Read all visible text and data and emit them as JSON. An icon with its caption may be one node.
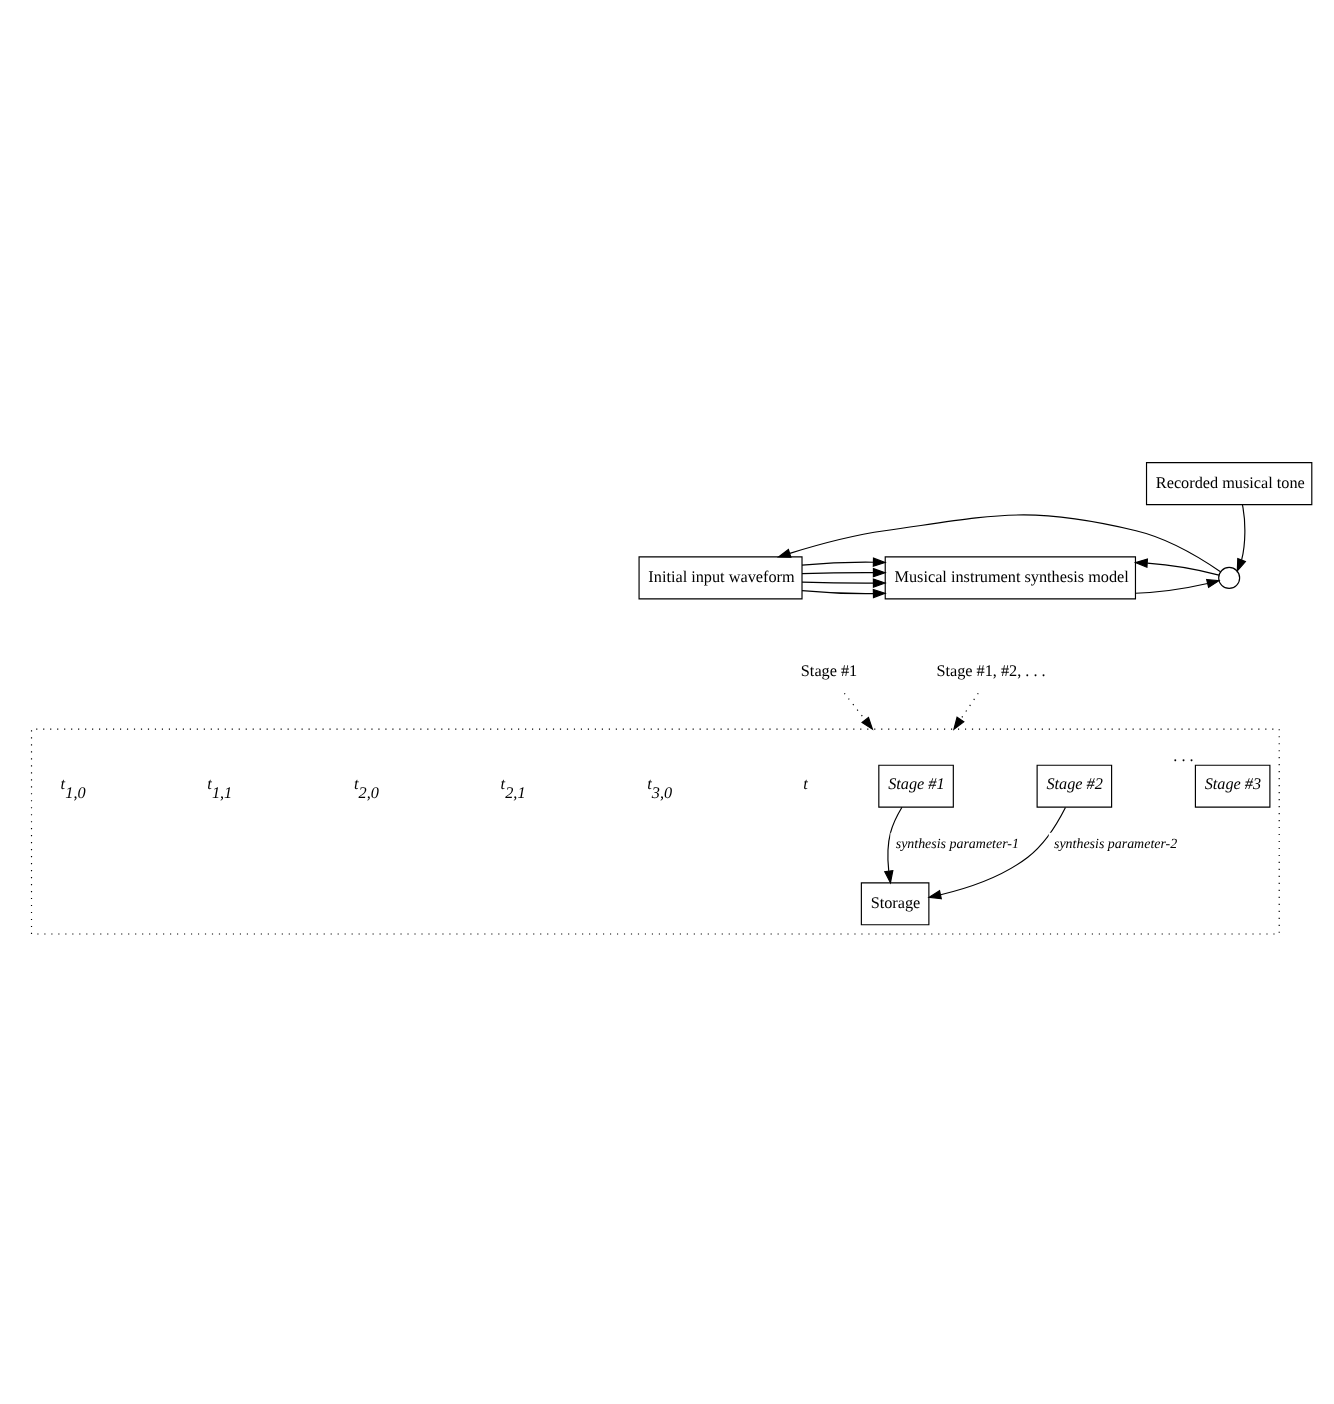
{
  "diagram": {
    "nodes": [
      {
        "text": [
          "Recorded musical tone"
        ]
      },
      {
        "text": [
          "Initial input waveform"
        ]
      },
      {
        "text": [
          "Musical instrument synthesis model"
        ]
      },
      {
        "text": [],
        "shape": "circle"
      },
      {
        "text": [
          "Stage #1"
        ]
      },
      {
        "text": [
          "Stage #1, #2, . . ."
        ]
      },
      {
        "text": [],
        "shape": "box"
      },
      {
        "text": [
          "Stage #1"
        ],
        "in": 6
      },
      {
        "text": [
          "Stage #2"
        ],
        "in": 6
      },
      {
        "text": [
          "Stage #3"
        ],
        "in": 6,
        "beside": [
          ". . ."
        ]
      },
      {
        "text": [
          "Storage"
        ],
        "in": 6
      }
    ],
    "edges": [
      {
        "from": 1,
        "to": 2,
        "arrow": "to"
      },
      {
        "from": 1,
        "to": 2,
        "arrow": "to"
      },
      {
        "from": 1,
        "to": 2,
        "arrow": "to"
      },
      {
        "from": 1,
        "to": 2,
        "arrow": "to"
      },
      {
        "from": 2,
        "to": 3,
        "arrow": "to"
      },
      {
        "from": 0,
        "to": 3,
        "arrow": "to"
      },
      {
        "from": 3,
        "to": 1,
        "arrow": "to"
      },
      {
        "from": 3,
        "to": 2,
        "arrow": "to"
      },
      {
        "from": 4,
        "to": 6,
        "arrow": "to",
        "style": "dashed"
      },
      {
        "from": 5,
        "to": 6,
        "arrow": "to",
        "style": "dashed"
      },
      {
        "from": 7,
        "to": 10,
        "arrow": "to",
        "label": "synthesis parameter-1"
      },
      {
        "from": 8,
        "to": 10,
        "arrow": "to",
        "label": "synthesis parameter-2"
      }
    ],
    "labels": [
      "t$_{1,0}$",
      "t$_{1,1}$",
      "t$_{2,0}$",
      "t$_{2,1}$",
      "t$_{3,0}$",
      "t"
    ]
  }
}
